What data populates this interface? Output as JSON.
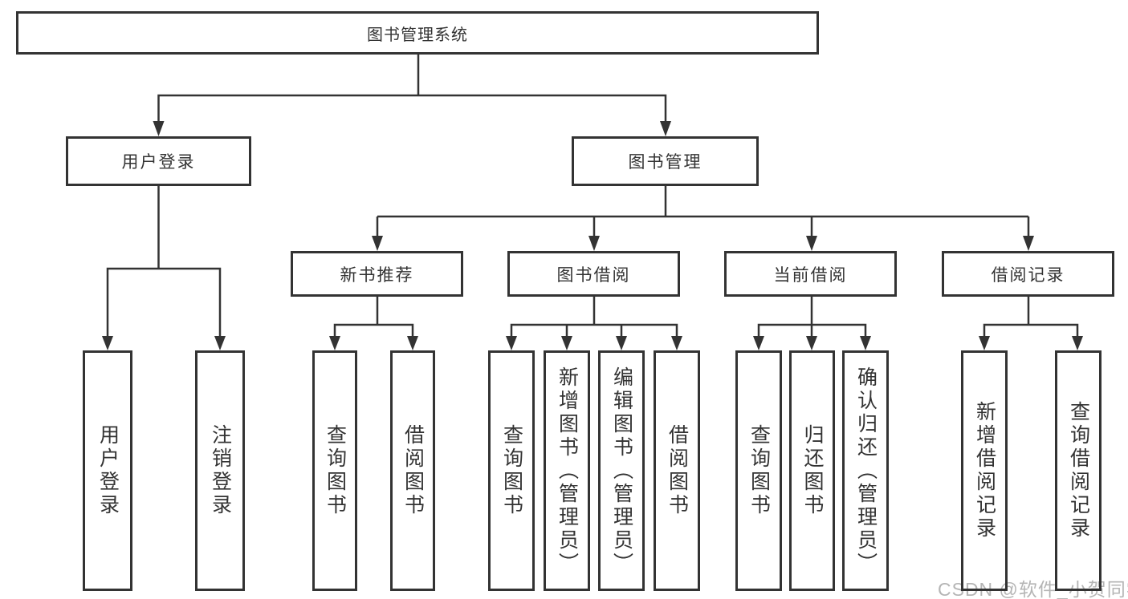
{
  "diagram": {
    "root_label": "图书管理系统",
    "level2": {
      "user_login": "用户登录",
      "book_management": "图书管理"
    },
    "level3": {
      "new_book_recommend": "新书推荐",
      "book_borrowing": "图书借阅",
      "current_borrowing": "当前借阅",
      "borrowing_records": "借阅记录"
    },
    "leaves": {
      "user_login": [
        "用户登录",
        "注销登录"
      ],
      "new_book_recommend": [
        "查询图书",
        "借阅图书"
      ],
      "book_borrowing": [
        "查询图书",
        "新增图书（管理员）",
        "编辑图书（管理员）",
        "借阅图书"
      ],
      "current_borrowing": [
        "查询图书",
        "归还图书",
        "确认归还（管理员）"
      ],
      "borrowing_records": [
        "新增借阅记录",
        "查询借阅记录"
      ]
    },
    "colors": {
      "line": "#333333",
      "text": "#333333",
      "box_background": "#ffffff",
      "watermark": "#b5b5b5"
    },
    "watermark": "CSDN @软件_小贺同学"
  }
}
